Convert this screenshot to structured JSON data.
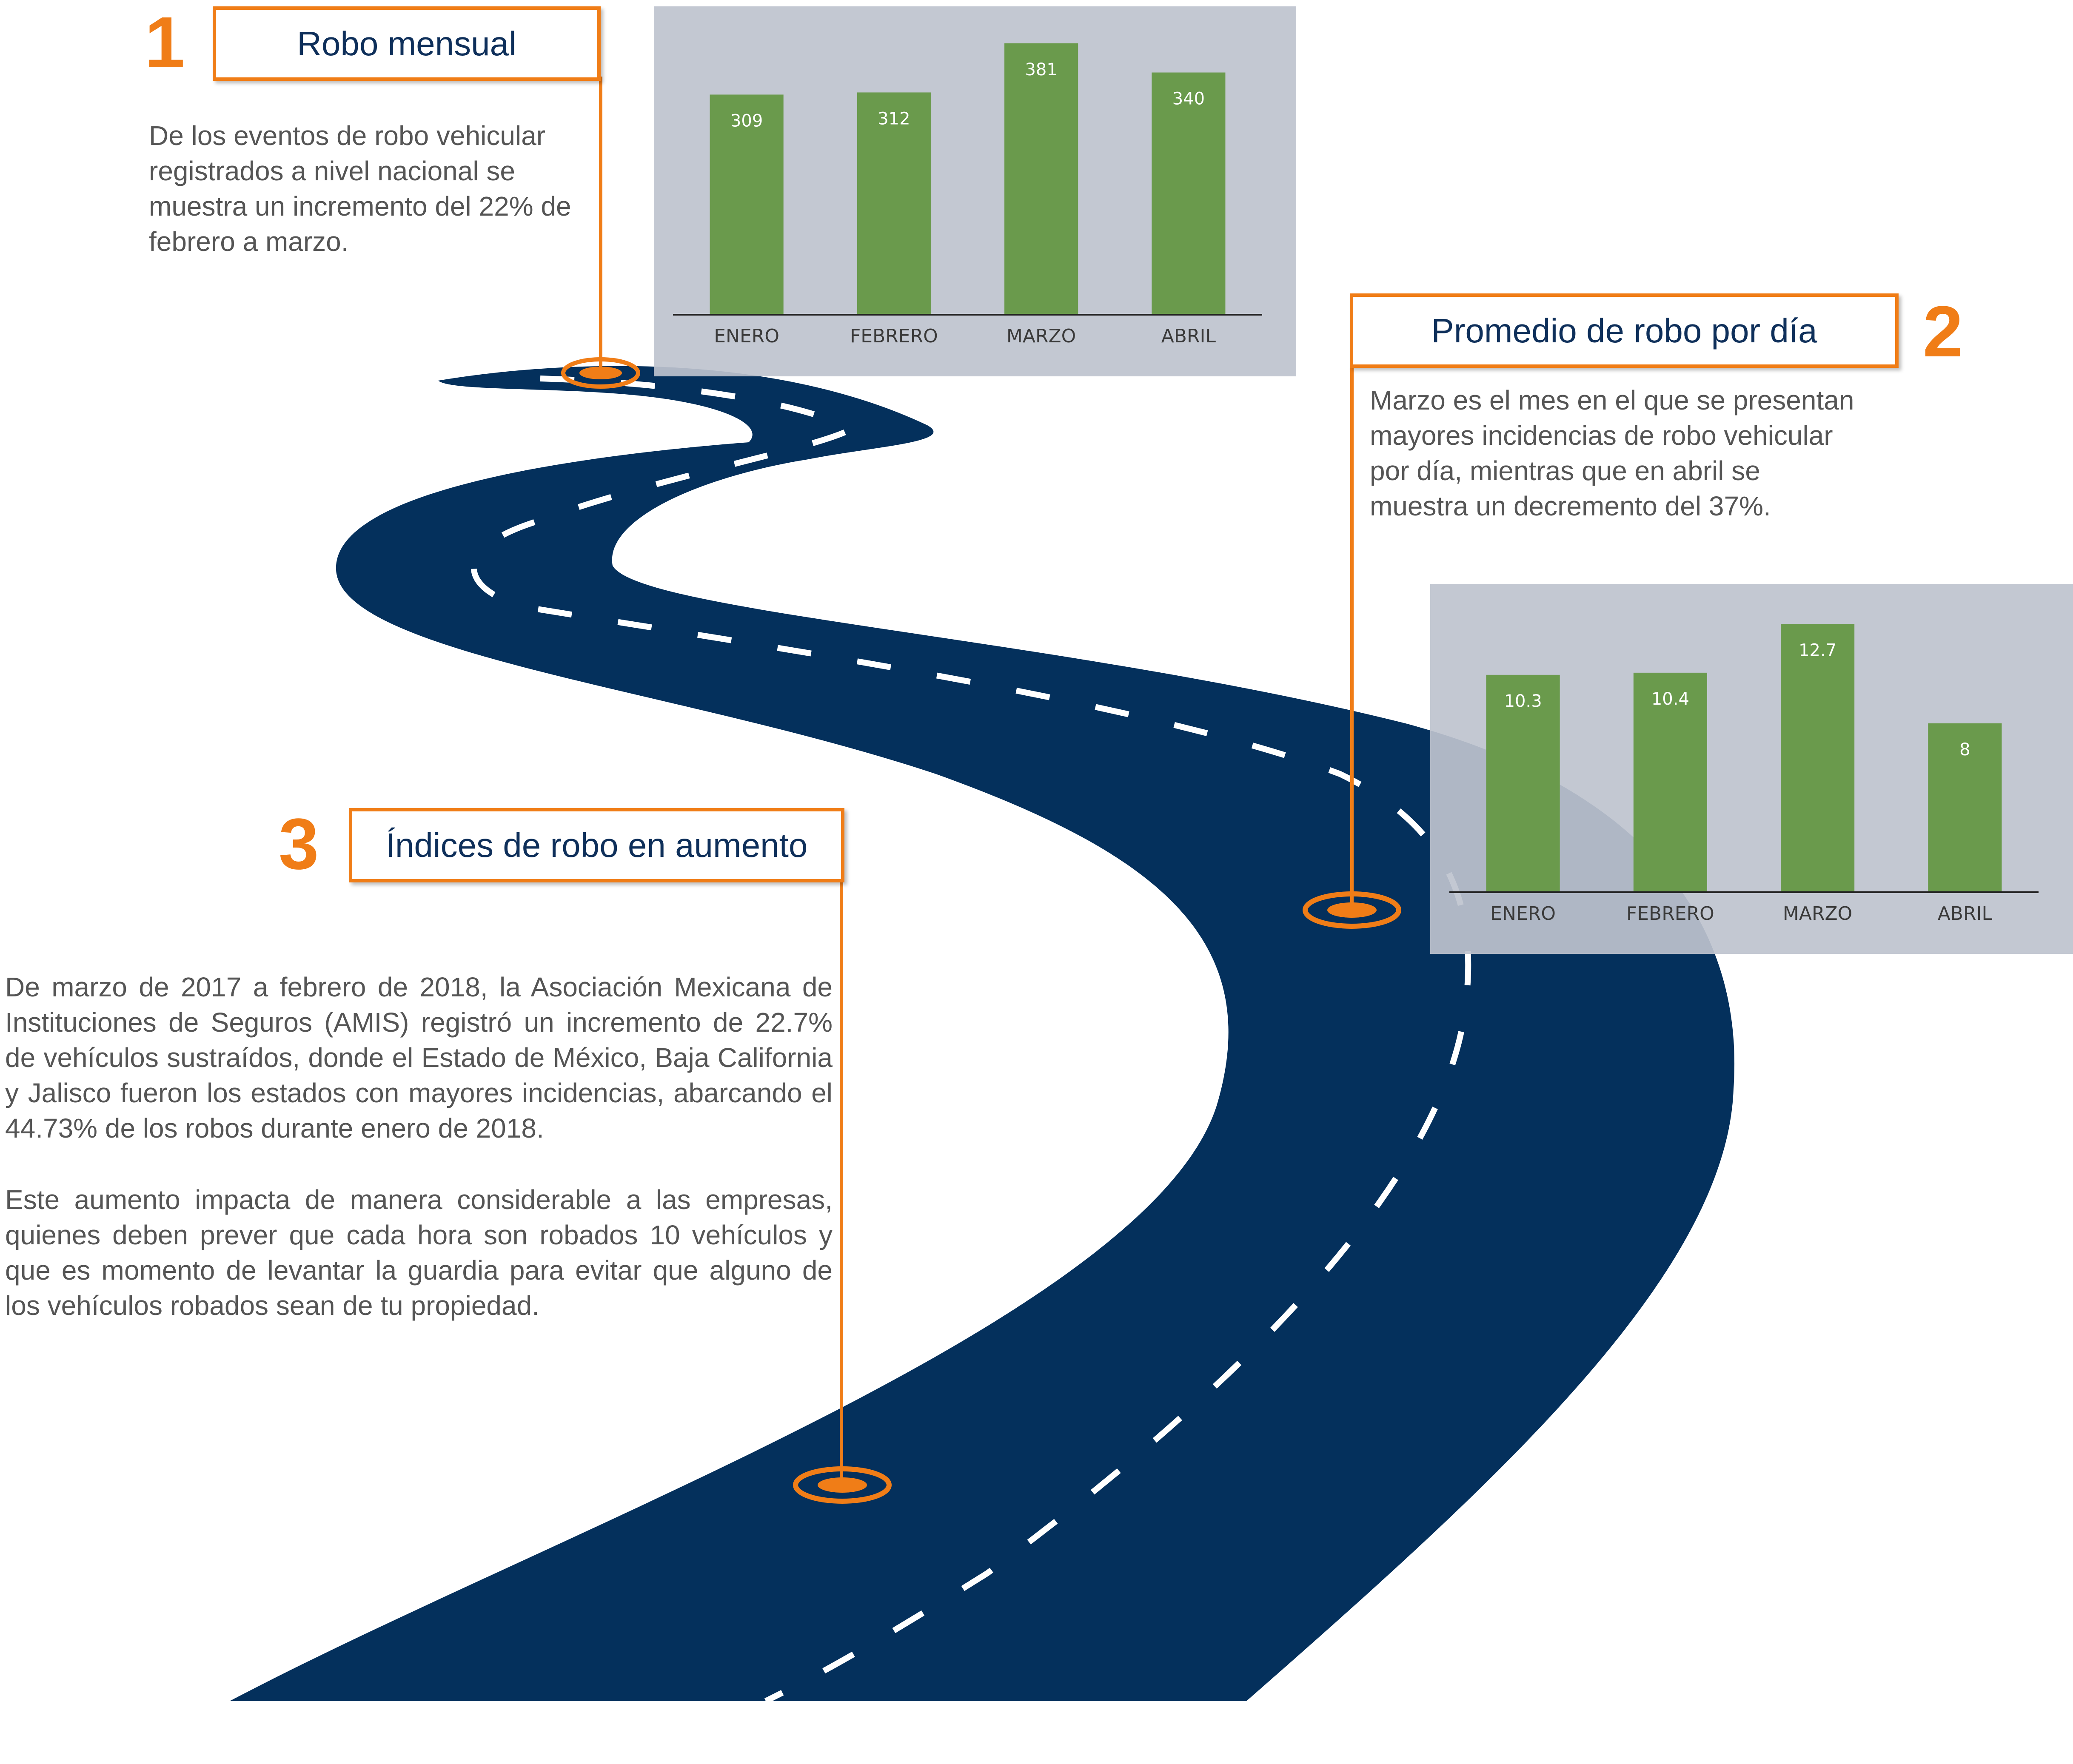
{
  "sections": [
    {
      "number": "1",
      "title": "Robo mensual",
      "paragraphs": [
        "De los eventos de robo vehicular registrados a nivel nacional se muestra un incremento del 22% de febrero a marzo."
      ]
    },
    {
      "number": "2",
      "title": "Promedio de robo por día",
      "paragraphs": [
        "Marzo es el mes en el que se presentan mayores incidencias de robo vehicular por día, mientras que en abril se muestra un decremento del 37%."
      ]
    },
    {
      "number": "3",
      "title": "Índices de robo en aumento",
      "paragraphs": [
        "De marzo de 2017 a febrero de 2018, la Asociación Mexicana de Instituciones de Seguros (AMIS) registró un incremento de 22.7% de vehículos sustraídos, donde el Estado de México, Baja California y Jalisco fueron los estados con mayores incidencias, abarcando el 44.73% de los robos durante enero de 2018.",
        "Este aumento impacta de manera considerable a las empresas, quienes deben prever que cada hora son robados 10 vehículos y que es momento de levantar la guardia para evitar que alguno de los vehículos robados sean de tu propiedad."
      ]
    }
  ],
  "colors": {
    "accent": "#f07d17",
    "road": "#04305c",
    "bar": "#6a9a4c",
    "chart_background": "#bec3ce",
    "title_text": "#0e2f5a",
    "body_text": "#555555"
  },
  "chart_data": [
    {
      "type": "bar",
      "categories": [
        "ENERO",
        "FEBRERO",
        "MARZO",
        "ABRIL"
      ],
      "values": [
        309,
        312,
        381,
        340
      ],
      "data_labels": [
        "309",
        "312",
        "381",
        "340"
      ],
      "ylim": [
        0,
        400
      ],
      "grid": false,
      "legend": "none"
    },
    {
      "type": "bar",
      "categories": [
        "ENERO",
        "FEBRERO",
        "MARZO",
        "ABRIL"
      ],
      "values": [
        10.3,
        10.4,
        12.7,
        8
      ],
      "data_labels": [
        "10.3",
        "10.4",
        "12.7",
        "8"
      ],
      "ylim": [
        0,
        13.5
      ],
      "grid": false,
      "legend": "none"
    }
  ]
}
